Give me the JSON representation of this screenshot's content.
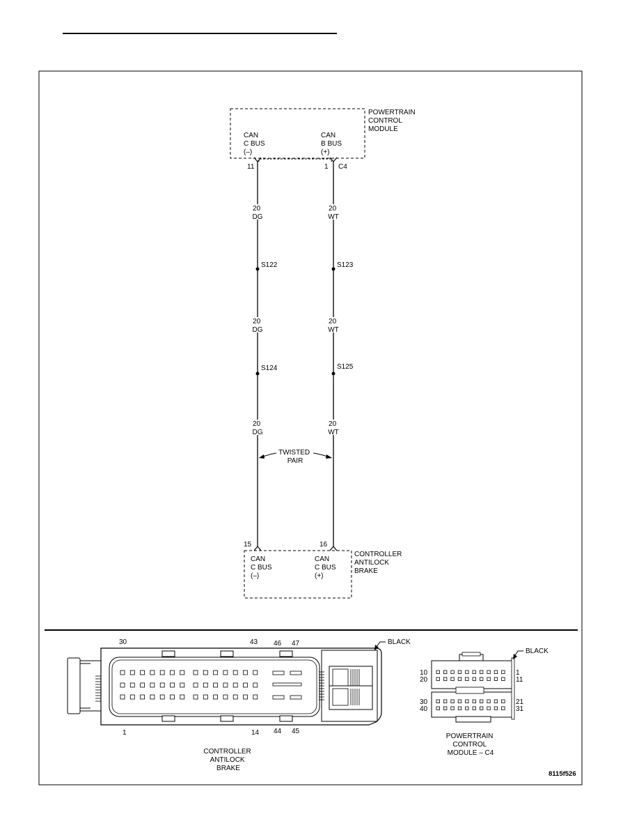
{
  "pcm": {
    "name_lines": [
      "POWERTRAIN",
      "CONTROL",
      "MODULE"
    ],
    "left_pin": {
      "lines": [
        "CAN",
        "C BUS",
        "(–)"
      ],
      "number": "11"
    },
    "right_pin": {
      "lines": [
        "CAN",
        "B BUS",
        "(+)"
      ],
      "number": "1"
    },
    "connector": "C4"
  },
  "abs": {
    "name_lines": [
      "CONTROLLER",
      "ANTILOCK",
      "BRAKE"
    ],
    "left_pin": {
      "lines": [
        "CAN",
        "C BUS",
        "(–)"
      ],
      "number": "15"
    },
    "right_pin": {
      "lines": [
        "CAN",
        "C BUS",
        "(+)"
      ],
      "number": "16"
    }
  },
  "left_wire": {
    "segments": [
      {
        "gauge": "20",
        "color": "DG"
      },
      {
        "gauge": "20",
        "color": "DG"
      },
      {
        "gauge": "20",
        "color": "DG"
      }
    ],
    "splices": [
      "S122",
      "S124"
    ]
  },
  "right_wire": {
    "segments": [
      {
        "gauge": "20",
        "color": "WT"
      },
      {
        "gauge": "20",
        "color": "WT"
      },
      {
        "gauge": "20",
        "color": "WT"
      }
    ],
    "splices": [
      "S123",
      "S125"
    ]
  },
  "twisted_pair_lines": [
    "TWISTED",
    "PAIR"
  ],
  "abs_connector": {
    "pin_labels": {
      "top_left": "30",
      "top_mid": "43",
      "top_46": "46",
      "top_47": "47",
      "bottom_left": "1",
      "bottom_mid": "14",
      "bottom_44": "44",
      "bottom_45": "45"
    },
    "color": "BLACK",
    "caption_lines": [
      "CONTROLLER",
      "ANTILOCK",
      "BRAKE"
    ]
  },
  "pcm_connector": {
    "row_labels_left": [
      "10",
      "20",
      "30",
      "40"
    ],
    "row_labels_right": [
      "1",
      "11",
      "21",
      "31"
    ],
    "color": "BLACK",
    "caption_lines": [
      "POWERTRAIN",
      "CONTROL",
      "MODULE – C4"
    ]
  },
  "figure_id": "8115f526"
}
